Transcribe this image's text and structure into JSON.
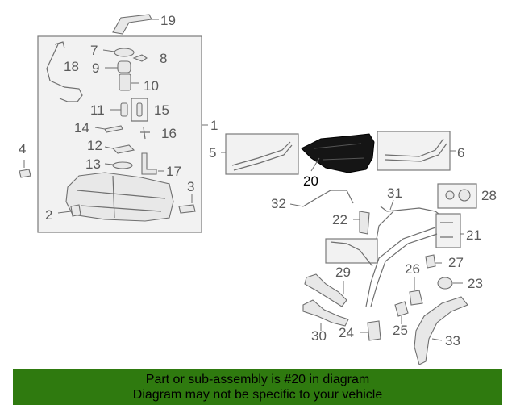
{
  "callouts": {
    "n1": "1",
    "n2": "2",
    "n3": "3",
    "n4": "4",
    "n5": "5",
    "n6": "6",
    "n7": "7",
    "n8": "8",
    "n9": "9",
    "n10": "10",
    "n11": "11",
    "n12": "12",
    "n13": "13",
    "n14": "14",
    "n15": "15",
    "n16": "16",
    "n17": "17",
    "n18": "18",
    "n19": "19",
    "n20": "20",
    "n21": "21",
    "n22": "22",
    "n23": "23",
    "n24": "24",
    "n25": "25",
    "n26": "26",
    "n27": "27",
    "n28": "28",
    "n29": "29",
    "n30": "30",
    "n31": "31",
    "n32": "32",
    "n33": "33"
  },
  "highlighted_part": "20",
  "footer": {
    "line1": "Part or sub-assembly is #20 in diagram",
    "line2": "Diagram may not be specific to your vehicle"
  },
  "colors": {
    "footer_bg": "#2f7a0f",
    "line_gray": "#6f6f6f",
    "highlight_part": "#111111"
  }
}
